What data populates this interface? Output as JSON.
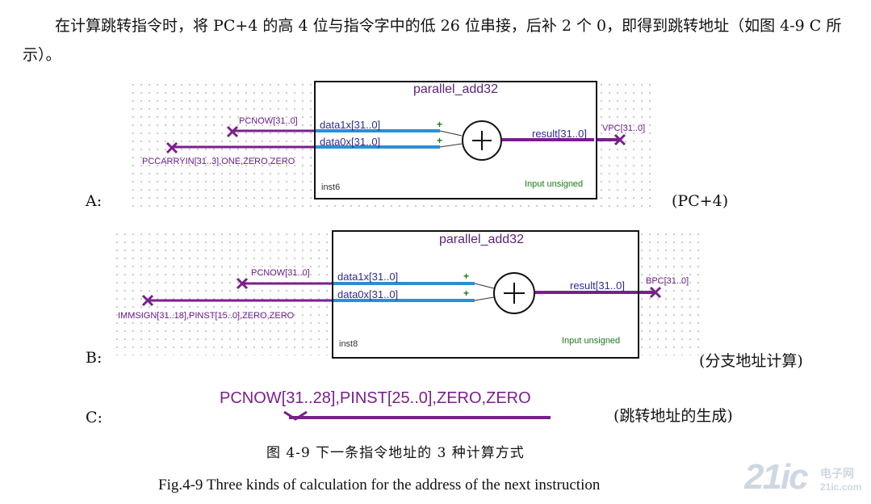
{
  "paragraph": "在计算跳转指令时，将 PC+4 的高 4 位与指令字中的低 26 位串接，后补 2 个 0，即得到跳转地址（如图 4-9 C 所示）。",
  "diagram_a": {
    "label": "A:",
    "note": "(PC+4)",
    "block_title": "parallel_add32",
    "port_in1": "data1x[31..0]",
    "port_in0": "data0x[31..0]",
    "port_out": "result[31..0]",
    "plus_sign": "+",
    "sig_in1": "PCNOW[31..0]",
    "sig_in0": "PCCARRYIN[31..3],ONE,ZERO,ZERO",
    "sig_out": "VPC[31..0]",
    "instance": "inst6",
    "mode": "Input unsigned"
  },
  "diagram_b": {
    "label": "B:",
    "note": "(分支地址计算)",
    "block_title": "parallel_add32",
    "port_in1": "data1x[31..0]",
    "port_in0": "data0x[31..0]",
    "port_out": "result[31..0]",
    "plus_sign": "+",
    "sig_in1": "PCNOW[31..0]",
    "sig_in0": "IMMSIGN[31..18],PINST[15..0],ZERO,ZERO",
    "sig_out": "BPC[31..0]",
    "instance": "inst8",
    "mode": "Input unsigned"
  },
  "diagram_c": {
    "label": "C:",
    "note": "(跳转地址的生成)",
    "signal": "PCNOW[31..28],PINST[25..0],ZERO,ZERO"
  },
  "caption_cn": "图 4-9 下一条指令地址的 3 种计算方式",
  "caption_en": "Fig.4-9 Three kinds of calculation for the address of the next instruction",
  "watermark": {
    "main": "21ic",
    "sub1": "电子网",
    "sub2": "21ic.com"
  },
  "colors": {
    "wire_in": "#2a8fd6",
    "wire_purple": "#7a1f8c",
    "port_text": "#2b2b9a",
    "mode_text": "#1a7a1a"
  }
}
